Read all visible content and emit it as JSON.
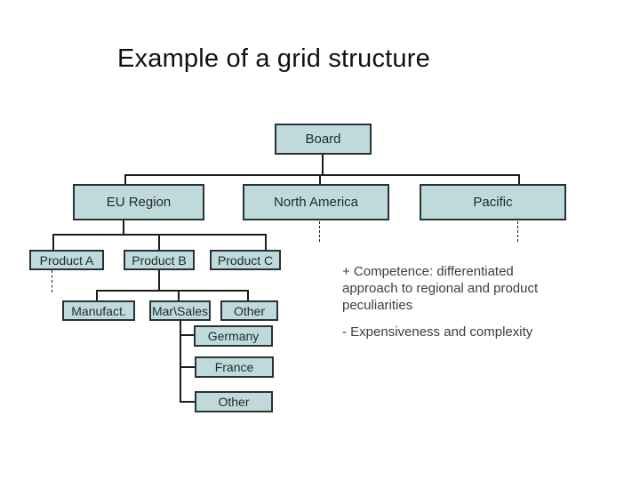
{
  "slide": {
    "title": "Example of a grid structure",
    "nodes": {
      "board": "Board",
      "eu_region": "EU Region",
      "north_america": "North America",
      "pacific": "Pacific",
      "product_a": "Product A",
      "product_b": "Product B",
      "product_c": "Product C",
      "manufacturing": "Manufact.",
      "marketing_sales": "Mar\\Sales",
      "other_function": "Other",
      "germany": "Germany",
      "france": "France",
      "other_country": "Other"
    },
    "hierarchy": {
      "Board": {
        "EU Region": {
          "Product A": "…",
          "Product B": {
            "Manufact.": null,
            "Mar\\Sales": {
              "Germany": null,
              "France": null,
              "Other": null
            },
            "Other": null
          },
          "Product C": null
        },
        "North America": "…",
        "Pacific": "…"
      }
    },
    "annotations": {
      "pro": "+ Competence: differentiated approach to regional and product peculiarities",
      "con": "- Expensiveness and complexity"
    },
    "colors": {
      "box_fill": "#c0dadb",
      "box_border": "#263238",
      "box_text": "#1e2a2a",
      "line": "#1c1c1c",
      "title_text": "#101010",
      "body_text": "#3d3d3d"
    }
  }
}
